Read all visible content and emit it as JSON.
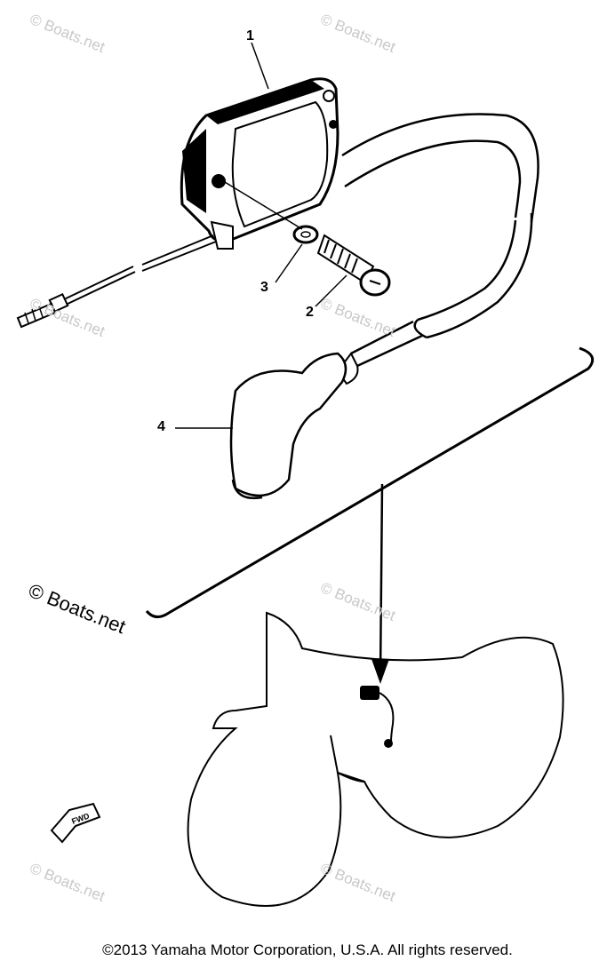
{
  "callouts": {
    "c1": "1",
    "c2": "2",
    "c3": "3",
    "c4": "4"
  },
  "fwd_label": "FWD",
  "watermark": {
    "text": "© Boats.net"
  },
  "footer": {
    "copyright": "©2013 Yamaha Motor Corporation, U.S.A. All rights reserved."
  },
  "colors": {
    "ink": "#000000",
    "watermark": "#c8c8c8",
    "background": "#ffffff"
  }
}
